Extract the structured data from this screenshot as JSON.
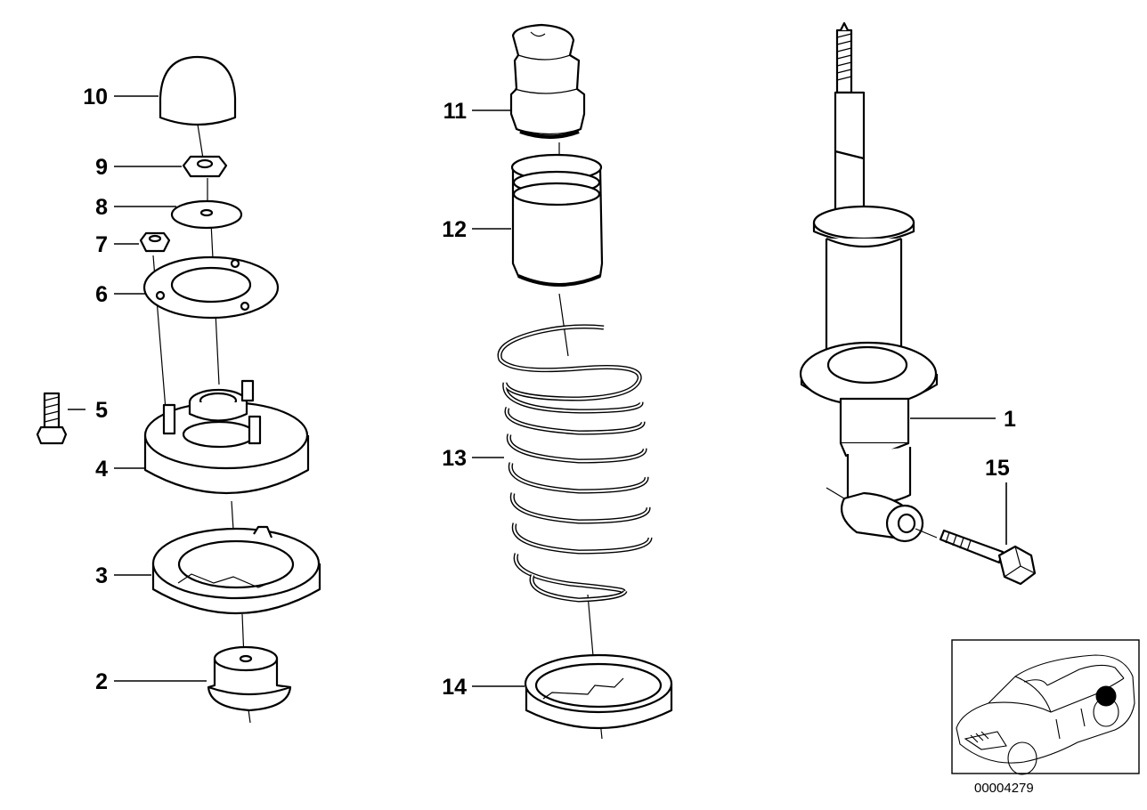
{
  "callouts": {
    "p1": "1",
    "p2": "2",
    "p3": "3",
    "p4": "4",
    "p5": "5",
    "p6": "6",
    "p7": "7",
    "p8": "8",
    "p9": "9",
    "p10": "10",
    "p11": "11",
    "p12": "12",
    "p13": "13",
    "p14": "14",
    "p15": "15"
  },
  "reference_number": "00004279",
  "icons": {
    "cap": "dust-cap-icon",
    "nut": "hex-nut-icon",
    "washer": "washer-icon",
    "spring": "coil-spring-icon",
    "shock": "shock-absorber-icon",
    "car": "car-location-icon"
  }
}
